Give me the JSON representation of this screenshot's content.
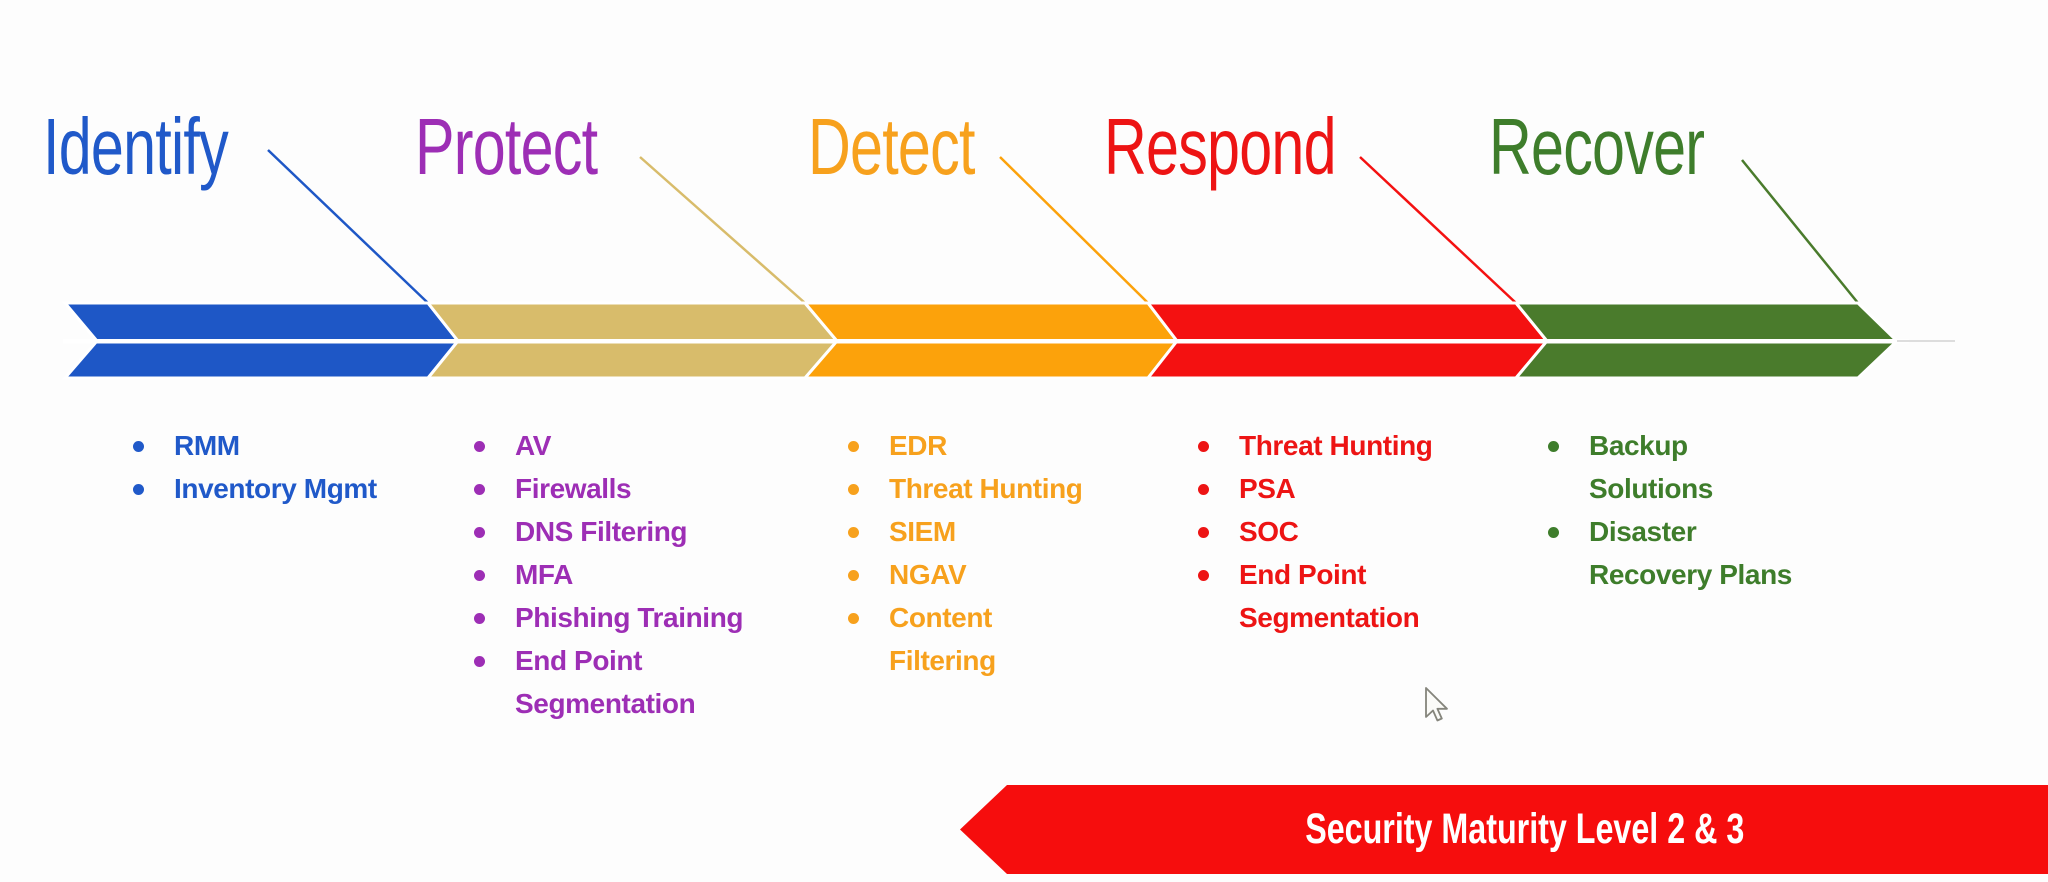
{
  "phases": [
    {
      "name": "Identify",
      "text_color": "#2059c9",
      "arrow_color": "#1e57c6",
      "items": [
        "RMM",
        "Inventory Mgmt"
      ]
    },
    {
      "name": "Protect",
      "text_color": "#9d2eb5",
      "arrow_color": "#d8bc6b",
      "items": [
        "AV",
        "Firewalls",
        "DNS Filtering",
        "MFA",
        "Phishing Training",
        "End Point\nSegmentation"
      ]
    },
    {
      "name": "Detect",
      "text_color": "#f7a11d",
      "arrow_color": "#fca20b",
      "items": [
        "EDR",
        "Threat Hunting",
        "SIEM",
        "NGAV",
        "Content\nFiltering"
      ]
    },
    {
      "name": "Respond",
      "text_color": "#ed1414",
      "arrow_color": "#f41111",
      "items": [
        "Threat Hunting",
        "PSA",
        "SOC",
        "End Point\nSegmentation"
      ]
    },
    {
      "name": "Recover",
      "text_color": "#3e7d2b",
      "arrow_color": "#4a7b2c",
      "items": [
        "Backup\nSolutions",
        "Disaster\nRecovery Plans"
      ]
    }
  ],
  "banner": {
    "label": "Security Maturity Level 2 & 3",
    "background": "#f60d0d",
    "text_color": "#ffffff"
  },
  "cursor": {
    "shape": "arrow-pointer",
    "fill": "#fbfbf8",
    "outline": "#85857c"
  }
}
